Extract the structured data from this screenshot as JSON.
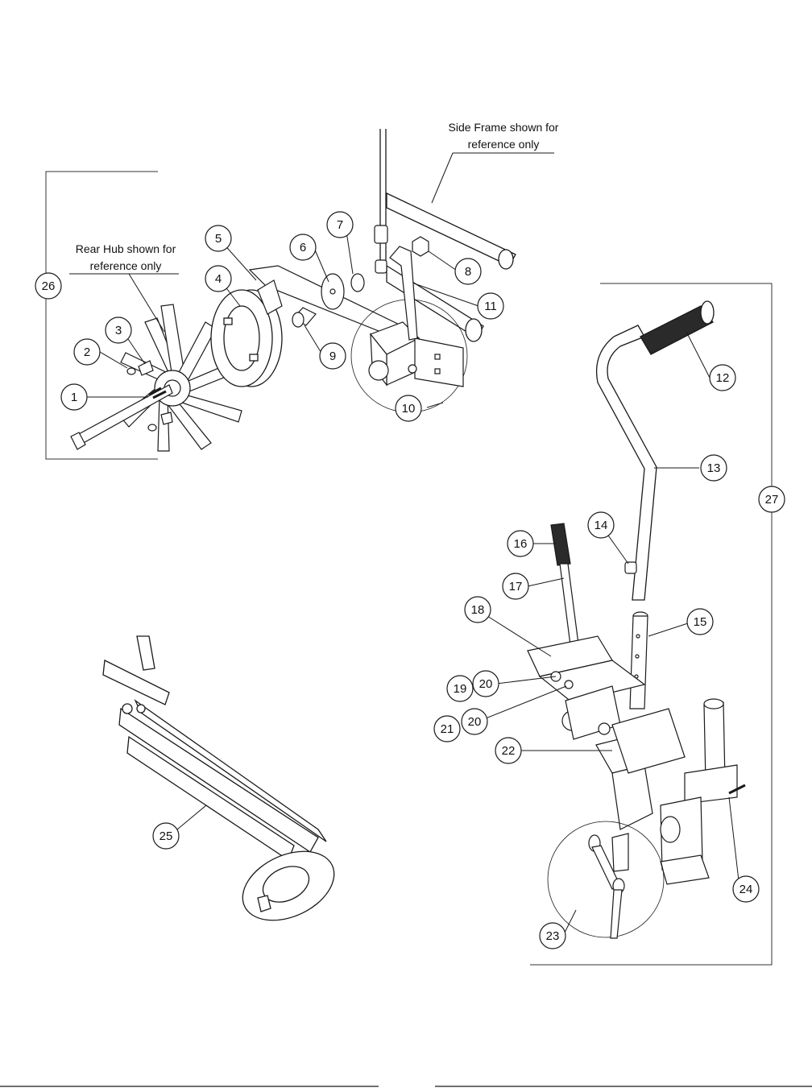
{
  "annotations": {
    "side_frame": [
      "Side Frame shown for",
      "reference only"
    ],
    "rear_hub": [
      "Rear Hub shown for",
      "reference only"
    ]
  },
  "callouts": [
    "1",
    "2",
    "3",
    "4",
    "5",
    "6",
    "7",
    "8",
    "9",
    "10",
    "11",
    "12",
    "13",
    "14",
    "15",
    "16",
    "17",
    "18",
    "19",
    "20",
    "20",
    "21",
    "22",
    "23",
    "24",
    "25",
    "26",
    "27"
  ],
  "colors": {
    "line": "#1a1a1a",
    "fill": "#ffffff",
    "grip": "#2a2a2a"
  }
}
